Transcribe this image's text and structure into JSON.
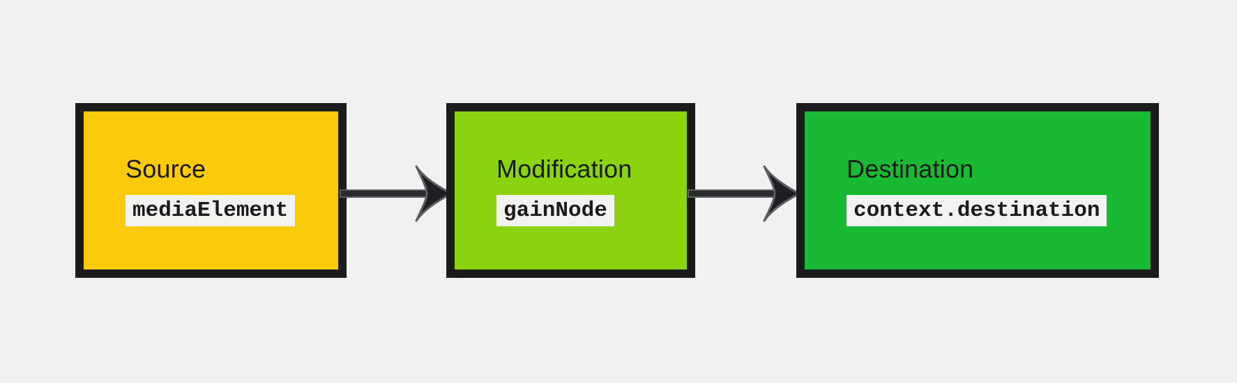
{
  "canvas": {
    "background": "#f1f1f2"
  },
  "diagram": {
    "nodes": [
      {
        "id": "source",
        "title": "Source",
        "code": "mediaElement",
        "fill": "#fbca0a"
      },
      {
        "id": "modification",
        "title": "Modification",
        "code": "gainNode",
        "fill": "#8cd30f"
      },
      {
        "id": "destination",
        "title": "Destination",
        "code": "context.destination",
        "fill": "#19b934"
      }
    ],
    "connections": [
      {
        "from": "Source",
        "to": "Modification"
      },
      {
        "from": "Modification",
        "to": "Destination"
      }
    ],
    "colors": {
      "node_border": "#1b1b1d",
      "title_text": "#18191b",
      "chip_bg": "#f2f2f0",
      "code_text": "#1b1b1b",
      "arrow_shaft_fill": "#2a2b2e",
      "arrow_head_fill": "#1e1f22",
      "arrow_stroke": "#5c5d60"
    }
  }
}
